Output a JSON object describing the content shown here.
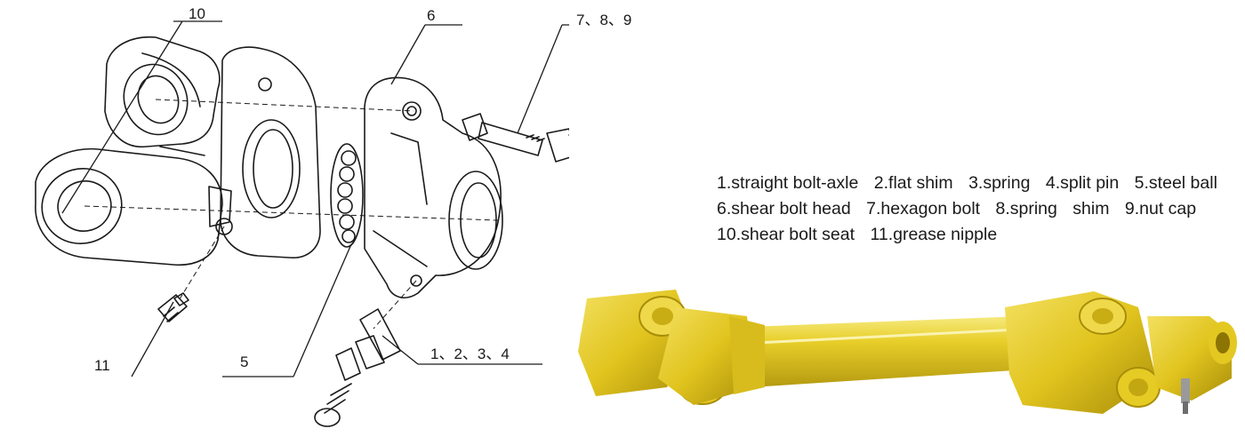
{
  "callouts": {
    "c10": "10",
    "c6": "6",
    "c789": "7、8、9",
    "c11": "11",
    "c5": "5",
    "c1234": "1、2、3、4"
  },
  "legend": [
    "1.straight bolt-axle",
    "2.flat shim",
    "3.spring",
    "4.split pin",
    "5.steel ball",
    "6.shear bolt head",
    "7.hexagon bolt",
    "8.spring",
    "shim",
    "9.nut cap",
    "10.shear bolt seat",
    "11.grease nipple"
  ],
  "colors": {
    "line_art": "#1a1a1a",
    "shaft_yellow": "#e8cf2a",
    "shaft_shadow": "#b59a10",
    "shaft_highlight": "#f6ea80"
  }
}
